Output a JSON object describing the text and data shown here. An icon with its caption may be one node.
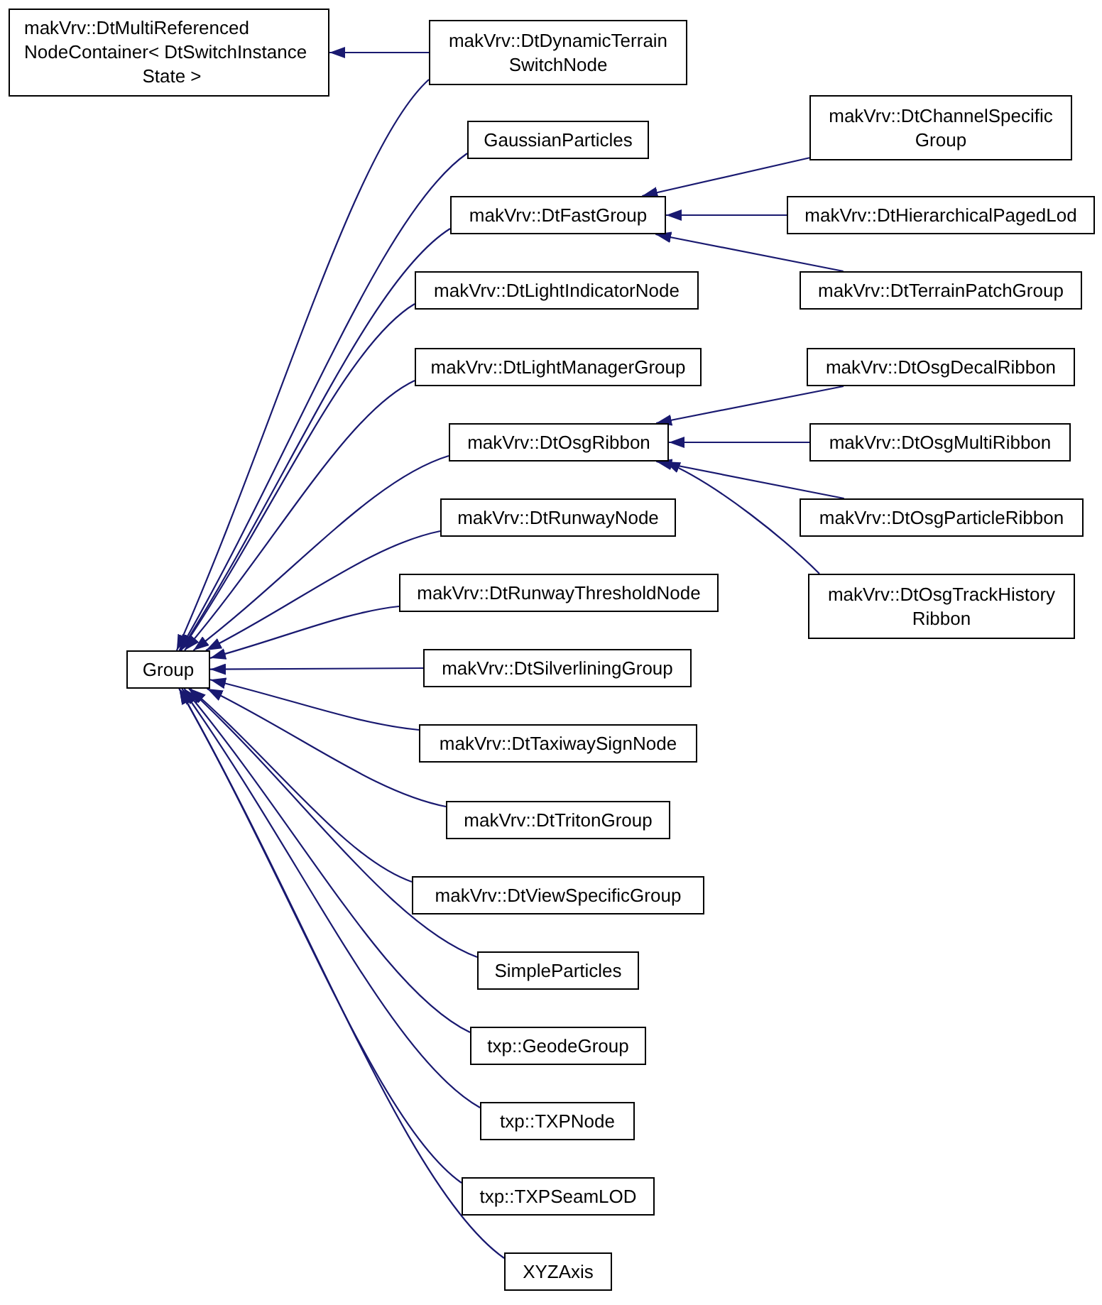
{
  "diagram": {
    "nodes": [
      {
        "text": [
          "makVrv::DtMultiReferenced NodeContainer< DtSwitchInstance State >"
        ]
      },
      {
        "text": [
          "makVrv::DtDynamicTerrain SwitchNode"
        ]
      },
      {
        "text": [
          "GaussianParticles"
        ]
      },
      {
        "text": [
          "makVrv::DtFastGroup"
        ]
      },
      {
        "text": [
          "makVrv::DtChannelSpecific Group"
        ]
      },
      {
        "text": [
          "makVrv::DtHierarchicalPagedLod"
        ]
      },
      {
        "text": [
          "makVrv::DtTerrainPatchGroup"
        ]
      },
      {
        "text": [
          "makVrv::DtLightIndicatorNode"
        ]
      },
      {
        "text": [
          "makVrv::DtLightManagerGroup"
        ]
      },
      {
        "text": [
          "makVrv::DtOsgRibbon"
        ]
      },
      {
        "text": [
          "makVrv::DtOsgDecalRibbon"
        ]
      },
      {
        "text": [
          "makVrv::DtOsgMultiRibbon"
        ]
      },
      {
        "text": [
          "makVrv::DtOsgParticleRibbon"
        ]
      },
      {
        "text": [
          "makVrv::DtOsgTrackHistory Ribbon"
        ]
      },
      {
        "text": [
          "makVrv::DtRunwayNode"
        ]
      },
      {
        "text": [
          "makVrv::DtRunwayThresholdNode"
        ]
      },
      {
        "text": [
          "Group"
        ]
      },
      {
        "text": [
          "makVrv::DtSilverliningGroup"
        ]
      },
      {
        "text": [
          "makVrv::DtTaxiwaySignNode"
        ]
      },
      {
        "text": [
          "makVrv::DtTritonGroup"
        ]
      },
      {
        "text": [
          "makVrv::DtViewSpecificGroup"
        ]
      },
      {
        "text": [
          "SimpleParticles"
        ]
      },
      {
        "text": [
          "txp::GeodeGroup"
        ]
      },
      {
        "text": [
          "txp::TXPNode"
        ]
      },
      {
        "text": [
          "txp::TXPSeamLOD"
        ]
      },
      {
        "text": [
          "XYZAxis"
        ]
      }
    ],
    "edges": [
      {
        "from": 1,
        "to": 0,
        "arrow": "to"
      },
      {
        "from": 1,
        "to": 16,
        "arrow": "to"
      },
      {
        "from": 2,
        "to": 16,
        "arrow": "to"
      },
      {
        "from": 3,
        "to": 16,
        "arrow": "to"
      },
      {
        "from": 7,
        "to": 16,
        "arrow": "to"
      },
      {
        "from": 8,
        "to": 16,
        "arrow": "to"
      },
      {
        "from": 9,
        "to": 16,
        "arrow": "to"
      },
      {
        "from": 14,
        "to": 16,
        "arrow": "to"
      },
      {
        "from": 15,
        "to": 16,
        "arrow": "to"
      },
      {
        "from": 17,
        "to": 16,
        "arrow": "to"
      },
      {
        "from": 18,
        "to": 16,
        "arrow": "to"
      },
      {
        "from": 19,
        "to": 16,
        "arrow": "to"
      },
      {
        "from": 20,
        "to": 16,
        "arrow": "to"
      },
      {
        "from": 21,
        "to": 16,
        "arrow": "to"
      },
      {
        "from": 22,
        "to": 16,
        "arrow": "to"
      },
      {
        "from": 23,
        "to": 16,
        "arrow": "to"
      },
      {
        "from": 24,
        "to": 16,
        "arrow": "to"
      },
      {
        "from": 25,
        "to": 16,
        "arrow": "to"
      },
      {
        "from": 4,
        "to": 3,
        "arrow": "to"
      },
      {
        "from": 5,
        "to": 3,
        "arrow": "to"
      },
      {
        "from": 6,
        "to": 3,
        "arrow": "to"
      },
      {
        "from": 10,
        "to": 9,
        "arrow": "to"
      },
      {
        "from": 11,
        "to": 9,
        "arrow": "to"
      },
      {
        "from": 12,
        "to": 9,
        "arrow": "to"
      },
      {
        "from": 13,
        "to": 9,
        "arrow": "to"
      }
    ]
  }
}
